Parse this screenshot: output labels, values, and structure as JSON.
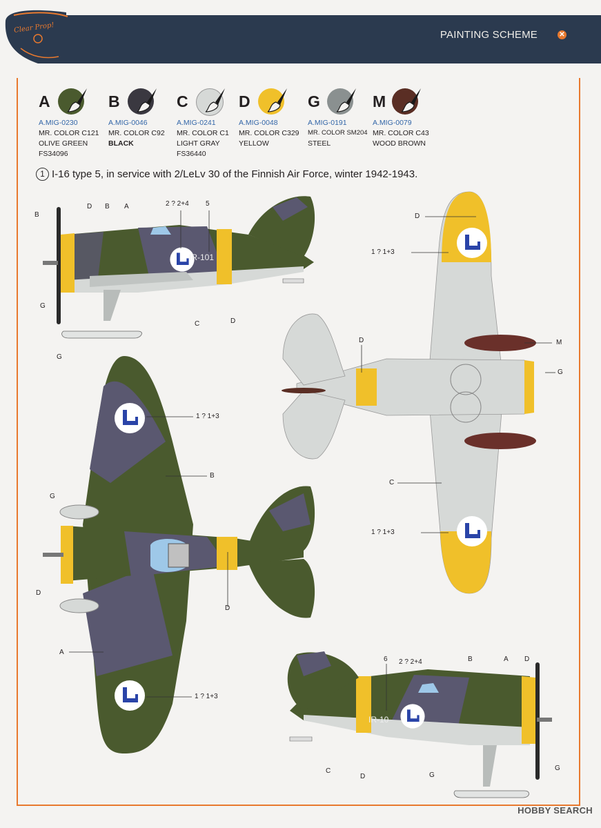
{
  "header": {
    "title": "PAINTING SCHEME",
    "brand": "Clear Prop!"
  },
  "colors": [
    {
      "letter": "A",
      "code": "A.MIG-0230",
      "mr": "MR. COLOR C121",
      "name": "OLIVE GREEN",
      "fs": "FS34096",
      "hex": "#4a5a2e"
    },
    {
      "letter": "B",
      "code": "A.MIG-0046",
      "mr": "MR. COLOR C92",
      "name": "BLACK",
      "fs": "",
      "hex": "#3a3840"
    },
    {
      "letter": "C",
      "code": "A.MIG-0241",
      "mr": "MR. COLOR C1",
      "name": "LIGHT GRAY",
      "fs": "FS36440",
      "hex": "#d6d9d7"
    },
    {
      "letter": "D",
      "code": "A.MIG-0048",
      "mr": "MR. COLOR C329",
      "name": "YELLOW",
      "fs": "",
      "hex": "#f0c02a"
    },
    {
      "letter": "G",
      "code": "A.MIG-0191",
      "mr": "MR. COLOR SM204",
      "name": "STEEL",
      "fs": "",
      "hex": "#8a9090"
    },
    {
      "letter": "M",
      "code": "A.MIG-0079",
      "mr": "MR. COLOR C43",
      "name": "WOOD BROWN",
      "fs": "",
      "hex": "#5a2e24"
    }
  ],
  "scheme": {
    "number": "1",
    "caption": "I-16 type 5, in service with 2/LeLv 30 of the Finnish Air Force, winter 1942-1943."
  },
  "callouts": {
    "D": "D",
    "B": "B",
    "A": "A",
    "G": "G",
    "C": "C",
    "M": "M",
    "d224": "2 ? 2+4",
    "d5": "5",
    "d6": "6",
    "d113": "1 ? 1+3",
    "serial": "IR-101",
    "serial_b": "IR-10"
  },
  "watermark": "HOBBY SEARCH"
}
